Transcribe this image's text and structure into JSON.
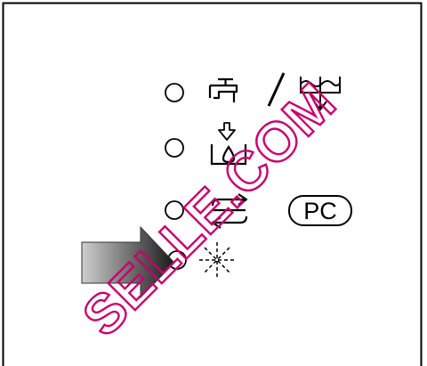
{
  "panel": {
    "indicators": [
      {
        "led": "led-off",
        "symbols": [
          "tap-water-icon",
          "slash-icon",
          "drain-pump-icon"
        ]
      },
      {
        "led": "led-off",
        "symbols": [
          "intake-arrow-icon",
          "tank-drop-icon"
        ]
      },
      {
        "led": "led-off",
        "symbols": [
          "swap-arrows-icon"
        ],
        "badge": "PC"
      },
      {
        "led": "led-off",
        "symbols": [
          "sparkle-burst-icon"
        ]
      }
    ],
    "pointer": "pointer-arrow-icon"
  },
  "watermark": {
    "text": "SELLE.COM",
    "color": "#c8006e"
  },
  "colors": {
    "line": "#000000",
    "background": "#ffffff"
  }
}
